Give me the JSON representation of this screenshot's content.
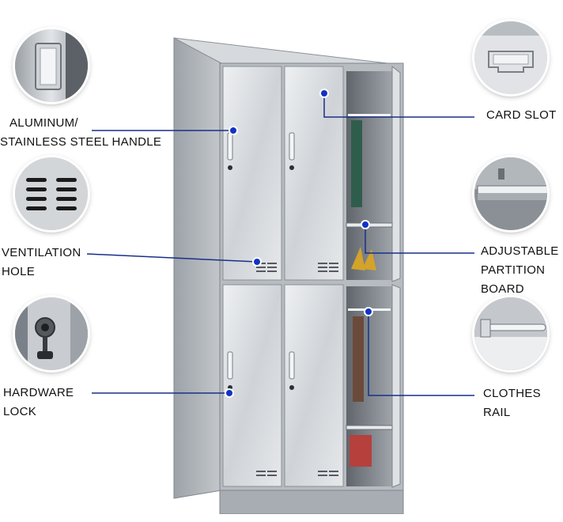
{
  "labels": {
    "handle": [
      "ALUMINUM/",
      "STAINLESS STEEL HANDLE"
    ],
    "ventilation": [
      "VENTILATION",
      "HOLE"
    ],
    "lock": [
      "HARDWARE",
      "LOCK"
    ],
    "card_slot": [
      "CARD SLOT"
    ],
    "partition": [
      "ADJUSTABLE",
      "PARTITION",
      "BOARD"
    ],
    "rail": [
      "CLOTHES",
      "RAIL"
    ]
  },
  "colors": {
    "callout_line": "#1a2f8a",
    "callout_dot": "#1233c4",
    "steel_light": "#e4e7ea",
    "steel_mid": "#b9bec3",
    "steel_dark": "#7d838a"
  },
  "icons": {
    "handle": "handle-closeup-icon",
    "ventilation": "ventilation-closeup-icon",
    "lock": "lock-closeup-icon",
    "card_slot": "card-slot-closeup-icon",
    "partition": "partition-closeup-icon",
    "rail": "rail-closeup-icon"
  }
}
